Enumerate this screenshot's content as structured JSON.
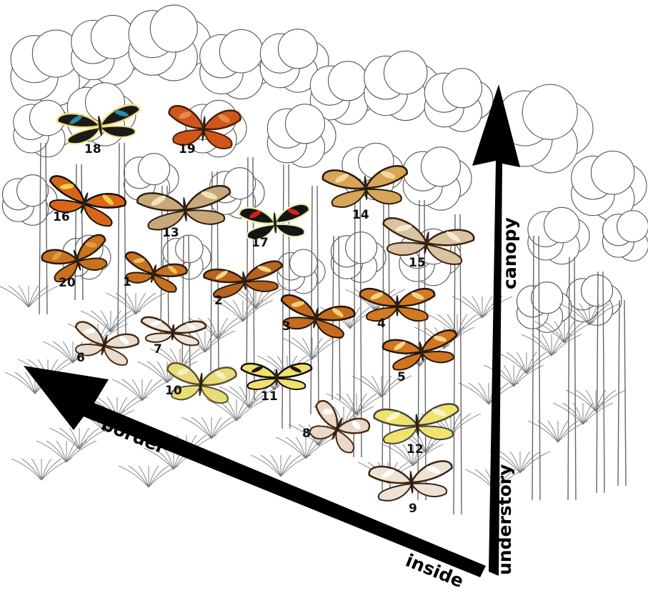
{
  "axes": {
    "canopy": "canopy",
    "understory": "understory",
    "border": "border",
    "inside": "inside"
  },
  "butterflies": [
    {
      "id": "1",
      "label": "1",
      "colors": [
        "#c9701f",
        "#e8c36a",
        "#2a1a10"
      ]
    },
    {
      "id": "2",
      "label": "2",
      "colors": [
        "#b8641e",
        "#efd98a",
        "#2b1a10"
      ]
    },
    {
      "id": "3",
      "label": "3",
      "colors": [
        "#c46b1d",
        "#f0d070",
        "#1e140d"
      ]
    },
    {
      "id": "4",
      "label": "4",
      "colors": [
        "#d27a22",
        "#f3d68a",
        "#23170e"
      ]
    },
    {
      "id": "5",
      "label": "5",
      "colors": [
        "#d17520",
        "#f2d590",
        "#231609"
      ]
    },
    {
      "id": "6",
      "label": "6",
      "colors": [
        "#e9ddd0",
        "#ffffff",
        "#4a2c18"
      ]
    },
    {
      "id": "7",
      "label": "7",
      "colors": [
        "#efe4d6",
        "#ffffff",
        "#3b2414"
      ]
    },
    {
      "id": "8",
      "label": "8",
      "colors": [
        "#ead9c8",
        "#ffffff",
        "#4a2b16"
      ]
    },
    {
      "id": "9",
      "label": "9",
      "colors": [
        "#eee2d5",
        "#ffffff",
        "#3a2414"
      ]
    },
    {
      "id": "10",
      "label": "10",
      "colors": [
        "#e8dc7a",
        "#f6f0c0",
        "#5b5030"
      ]
    },
    {
      "id": "11",
      "label": "11",
      "colors": [
        "#f1e06e",
        "#1d1a12",
        "#111111"
      ]
    },
    {
      "id": "12",
      "label": "12",
      "colors": [
        "#f0e36d",
        "#fbf6cc",
        "#444444"
      ]
    },
    {
      "id": "13",
      "label": "13",
      "colors": [
        "#c7a878",
        "#f5e3b8",
        "#2b1e14"
      ]
    },
    {
      "id": "14",
      "label": "14",
      "colors": [
        "#d7a458",
        "#f3d898",
        "#2a1a0e"
      ]
    },
    {
      "id": "15",
      "label": "15",
      "colors": [
        "#d9c3a0",
        "#f5ead2",
        "#3a2010"
      ]
    },
    {
      "id": "16",
      "label": "16",
      "colors": [
        "#d9651a",
        "#f2d04a",
        "#111111"
      ]
    },
    {
      "id": "17",
      "label": "17",
      "colors": [
        "#141414",
        "#d21f1f",
        "#e8efb0"
      ]
    },
    {
      "id": "18",
      "label": "18",
      "colors": [
        "#1a1a1a",
        "#2b8aa6",
        "#f2e07a"
      ]
    },
    {
      "id": "19",
      "label": "19",
      "colors": [
        "#d0561a",
        "#e8884a",
        "#4a1e0c"
      ]
    },
    {
      "id": "20",
      "label": "20",
      "colors": [
        "#c8741e",
        "#e49a45",
        "#2b1a0e"
      ]
    }
  ]
}
